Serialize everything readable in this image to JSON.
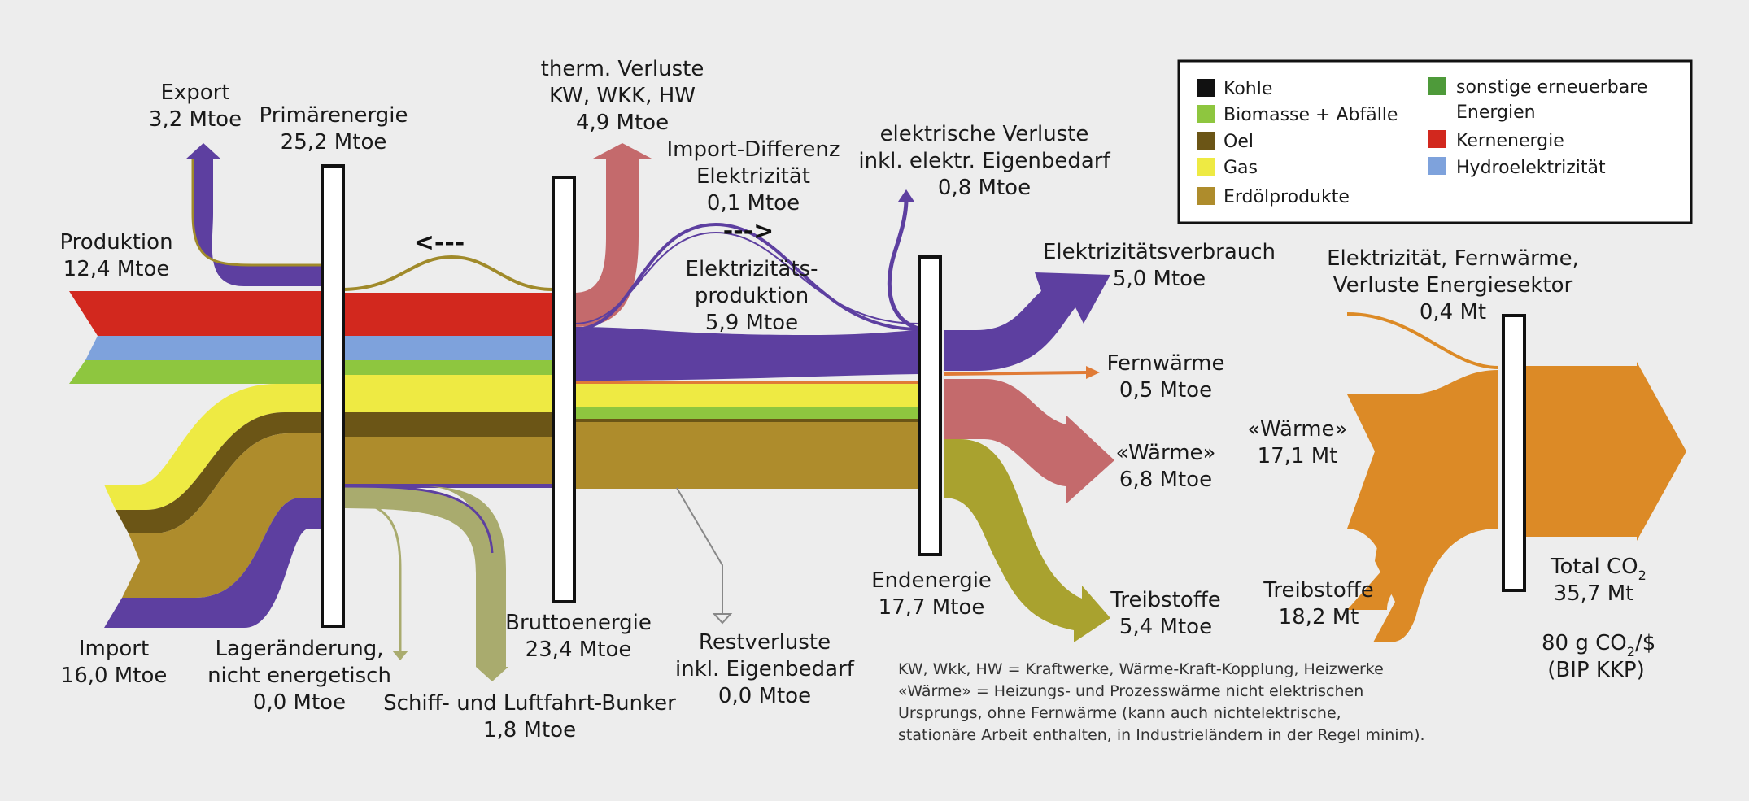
{
  "colors": {
    "kohle": "#111111",
    "biomasse": "#8ec63f",
    "oel": "#6b5516",
    "gas": "#eeea43",
    "erdoel": "#ae8c2c",
    "erneuerbar": "#4e9a3a",
    "kern": "#d2281e",
    "hydro": "#7ea2dc",
    "elektro": "#5d3fa0",
    "waerme": "#c46a6c",
    "fernwaerme": "#e07b36",
    "treibstoff": "#a9a22f",
    "bunker": "#a9ab6e",
    "co2": "#dc8a26"
  },
  "legend": {
    "items": [
      {
        "label": "Kohle",
        "color": "#111111"
      },
      {
        "label": "Biomasse + Abfälle",
        "color": "#8ec63f"
      },
      {
        "label": "Oel",
        "color": "#6b5516"
      },
      {
        "label": "Gas",
        "color": "#eeea43"
      },
      {
        "label": "Erdölprodukte",
        "color": "#ae8c2c"
      },
      {
        "label_line1": "sonstige erneuerbare",
        "label_line2": "Energien",
        "color": "#4e9a3a"
      },
      {
        "label": "Kernenergie",
        "color": "#d2281e"
      },
      {
        "label": "Hydroelektrizität",
        "color": "#7ea2dc"
      }
    ]
  },
  "labels": {
    "export": {
      "line1": "Export",
      "line2": "3,2 Mtoe"
    },
    "primaer": {
      "line1": "Primärenergie",
      "line2": "25,2 Mtoe"
    },
    "therm": {
      "line1": "therm. Verluste",
      "line2": "KW, WKK, HW",
      "line3": "4,9 Mtoe"
    },
    "importdiff": {
      "line1": "Import-Differenz",
      "line2": "Elektrizität",
      "line3": "0,1 Mtoe"
    },
    "elverluste": {
      "line1": "elektrische Verluste",
      "line2": "inkl. elektr. Eigenbedarf",
      "line3": "0,8 Mtoe"
    },
    "produktion": {
      "line1": "Produktion",
      "line2": "12,4 Mtoe"
    },
    "elprod": {
      "line1": "Elektrizitäts-",
      "line2": "produktion",
      "line3": "5,9 Mtoe"
    },
    "arrow_left": "<---",
    "arrow_right": "--->",
    "elverbrauch": {
      "line1": "Elektrizitätsverbrauch",
      "line2": "5,0 Mtoe"
    },
    "fernwaerme": {
      "line1": "Fernwärme",
      "line2": "0,5 Mtoe"
    },
    "waerme": {
      "line1": "«Wärme»",
      "line2": "6,8 Mtoe"
    },
    "treibstoffe": {
      "line1": "Treibstoffe",
      "line2": "5,4 Mtoe"
    },
    "endenergie": {
      "line1": "Endenergie",
      "line2": "17,7 Mtoe"
    },
    "import": {
      "line1": "Import",
      "line2": "16,0 Mtoe"
    },
    "lager": {
      "line1": "Lageränderung,",
      "line2": "nicht energetisch",
      "line3": "0,0 Mtoe"
    },
    "bunker": {
      "line1": "Schiff- und Luftfahrt-Bunker",
      "line2": "1,8 Mtoe"
    },
    "brutto": {
      "line1": "Bruttoenergie",
      "line2": "23,4 Mtoe"
    },
    "rest": {
      "line1": "Restverluste",
      "line2": "inkl. Eigenbedarf",
      "line3": "0,0 Mtoe"
    },
    "co2_elek": {
      "line1": "Elektrizität, Fernwärme,",
      "line2": "Verluste Energiesektor",
      "line3": "0,4 Mt"
    },
    "co2_waerme": {
      "line1": "«Wärme»",
      "line2": "17,1 Mt"
    },
    "co2_treib": {
      "line1": "Treibstoffe",
      "line2": "18,2 Mt"
    },
    "co2_total": {
      "line1a": "Total CO",
      "line1sub": "2",
      "line2": "35,7 Mt"
    },
    "co2_intensity": {
      "line1a": "80 g CO",
      "line1sub": "2",
      "line1b": "/$",
      "line2": "(BIP KKP)"
    }
  },
  "footnote": {
    "line1": "KW, Wkk, HW = Kraftwerke, Wärme-Kraft-Kopplung, Heizwerke",
    "line2": "«Wärme» = Heizungs- und Prozesswärme nicht elektrischen",
    "line3": "Ursprungs, ohne Fernwärme (kann auch nichtelektrische,",
    "line4": "stationäre Arbeit enthalten, in Industrieländern in der Regel minim)."
  }
}
